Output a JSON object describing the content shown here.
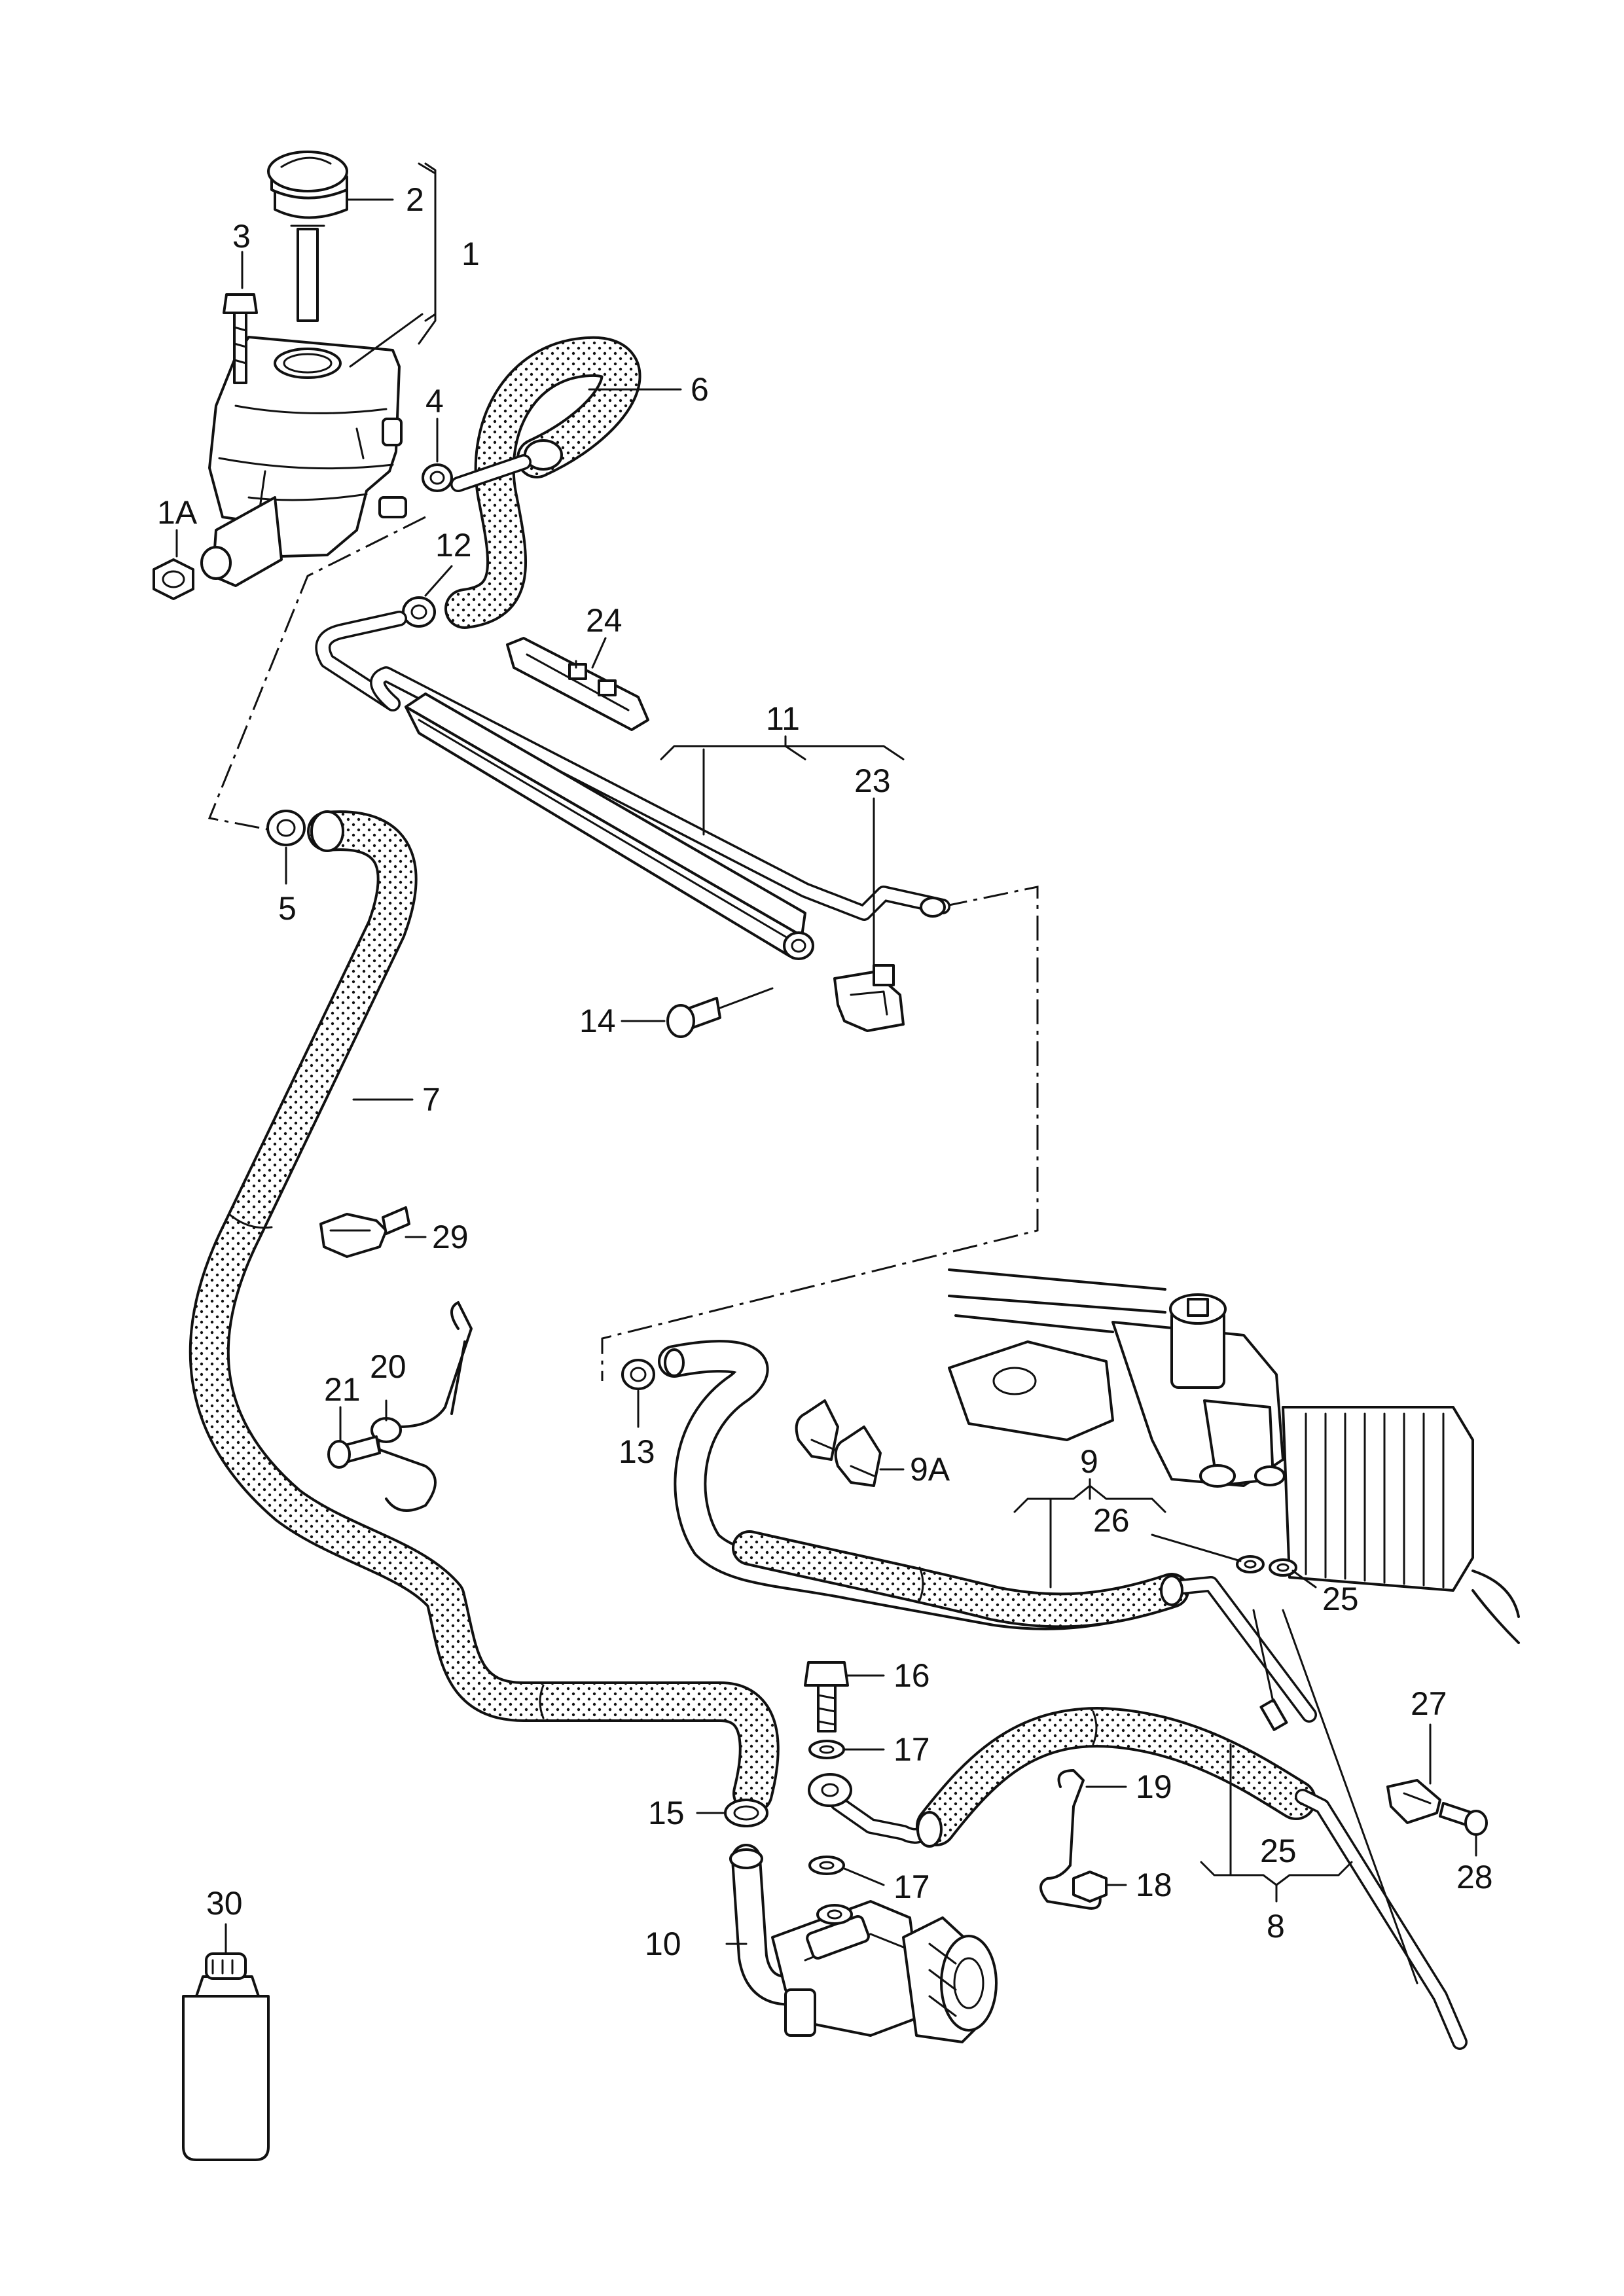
{
  "diagram": {
    "callouts": {
      "c1": "1",
      "c1A": "1A",
      "c2": "2",
      "c3": "3",
      "c4": "4",
      "c5": "5",
      "c6": "6",
      "c7": "7",
      "c8": "8",
      "c9": "9",
      "c9A": "9A",
      "c10": "10",
      "c11": "11",
      "c12": "12",
      "c13": "13",
      "c14": "14",
      "c15": "15",
      "c16": "16",
      "c17a": "17",
      "c17b": "17",
      "c18": "18",
      "c19": "19",
      "c20": "20",
      "c21": "21",
      "c23": "23",
      "c24": "24",
      "c25a": "25",
      "c25b": "25",
      "c26": "26",
      "c27": "27",
      "c28": "28",
      "c29": "29",
      "c30": "30"
    }
  }
}
